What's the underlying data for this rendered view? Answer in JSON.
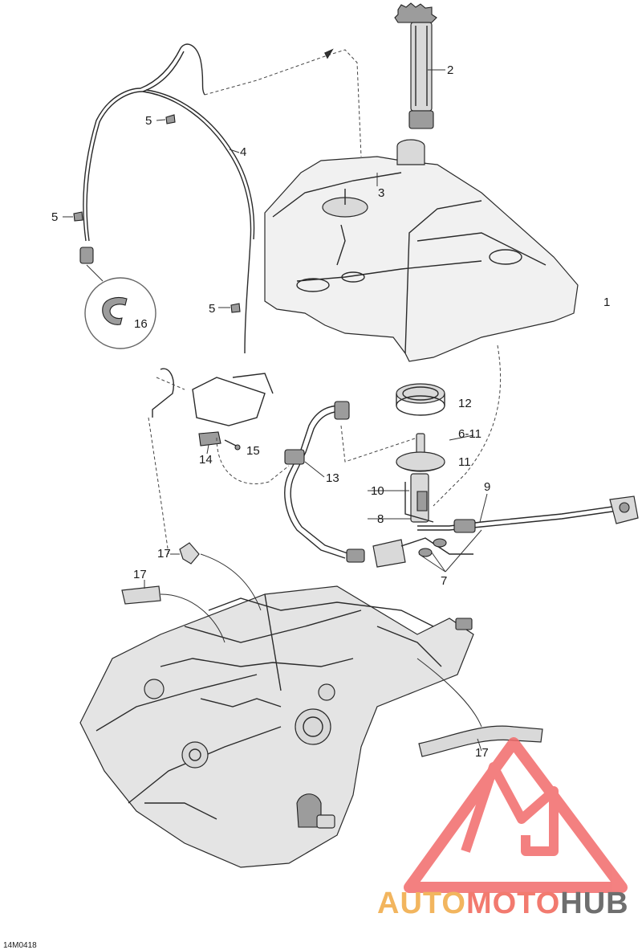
{
  "callouts": {
    "c1": "1",
    "c2": "2",
    "c3": "3",
    "c4": "4",
    "c5a": "5",
    "c5b": "5",
    "c5c": "5",
    "c6_11": "6-11",
    "c7": "7",
    "c8": "8",
    "c9": "9",
    "c10": "10",
    "c11": "11",
    "c12": "12",
    "c13": "13",
    "c14": "14",
    "c15": "15",
    "c16": "16",
    "c17a": "17",
    "c17b": "17",
    "c17c": "17"
  },
  "reference_code": "14M0418",
  "watermark": {
    "part1": "AUTO",
    "part2": "MOTO",
    "part3": "HUB",
    "color_auto": "#f2b55e",
    "color_moto": "#f27a6f",
    "color_hub": "#6e6e6e",
    "color_logo": "#f26b6b"
  }
}
